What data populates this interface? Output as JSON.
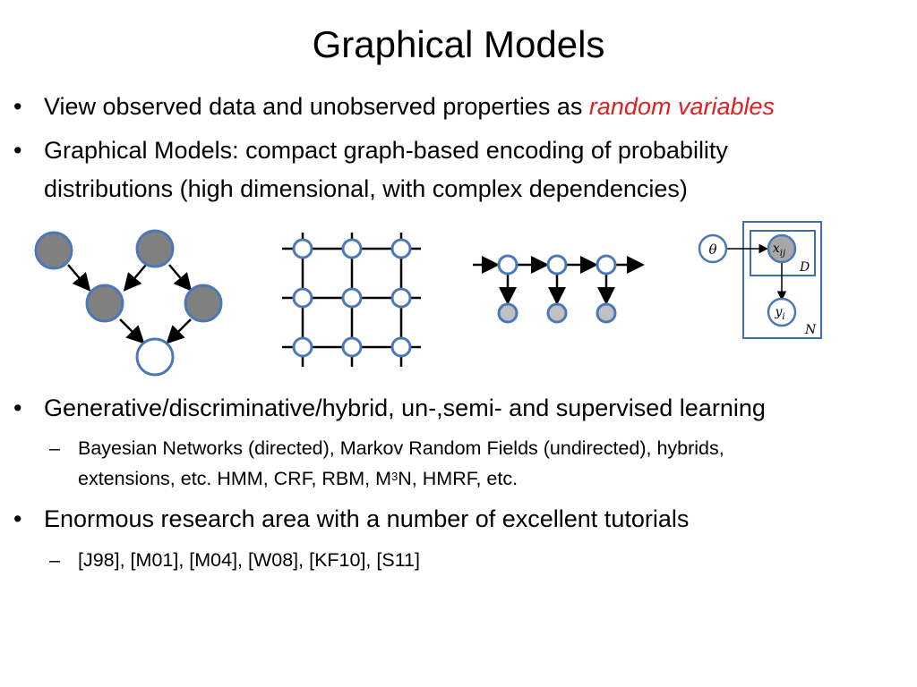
{
  "slide": {
    "title": "Graphical Models",
    "bullets": [
      {
        "symbol": "•",
        "prefix": "View observed data and unobserved properties as ",
        "emphasis": "random variables"
      },
      {
        "symbol": "•",
        "line1": "Graphical Models:   compact graph-based encoding of probability",
        "line2": "distributions (high dimensional, with complex dependencies)"
      },
      {
        "symbol": "•",
        "text": "Generative/discriminative/hybrid, un-,semi- and supervised learning",
        "sub": {
          "symbol": "–",
          "line1": "Bayesian Networks (directed), Markov Random Fields (undirected), hybrids,",
          "line2_prefix": "extensions, etc.   HMM, CRF, RBM, M",
          "line2_sup": "3",
          "line2_suffix": "N, HMRF, etc."
        }
      },
      {
        "symbol": "•",
        "text": "Enormous research area with a number of excellent tutorials",
        "sub": {
          "symbol": "–",
          "text": "[J98], [M01], [M04], [W08], [KF10], [S11]"
        }
      }
    ]
  },
  "plate_diagram": {
    "theta": "θ",
    "x_base": "x",
    "x_sub": "ij",
    "y_base": "y",
    "y_sub": "i",
    "inner_plate_label": "D",
    "outer_plate_label": "N"
  },
  "colors": {
    "node_stroke": "#4a78b8",
    "node_fill_observed": "#808080",
    "node_fill_hidden": "#ffffff",
    "node_fill_light": "#c0c0c0",
    "accent_red": "#e02020",
    "plate_stroke": "#3e6fb0"
  }
}
